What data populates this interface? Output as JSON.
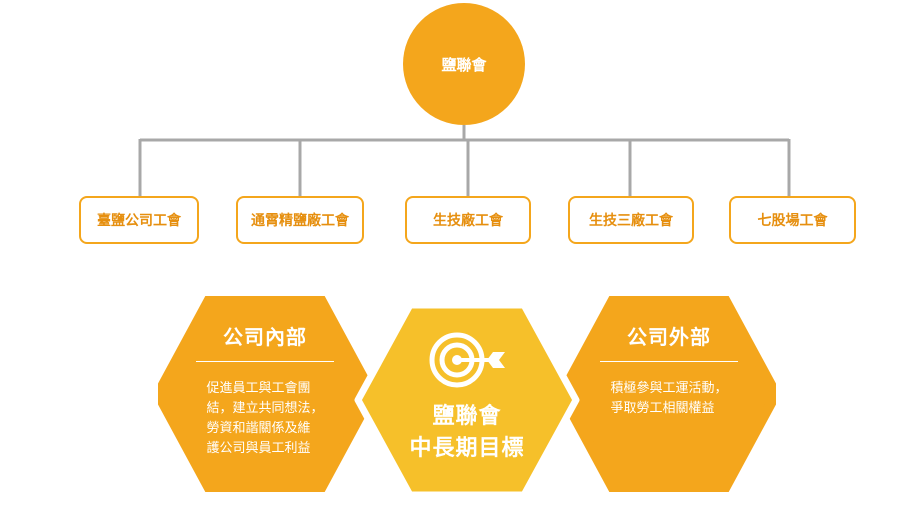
{
  "root": {
    "label": "鹽聯會"
  },
  "units": [
    {
      "label": "臺鹽公司工會"
    },
    {
      "label": "通霄精鹽廠工會"
    },
    {
      "label": "生技廠工會"
    },
    {
      "label": "生技三廠工會"
    },
    {
      "label": "七股場工會"
    }
  ],
  "internal": {
    "title": "公司內部",
    "lines": [
      "促進員工與工會團",
      "結，建立共同想法，",
      "勞資和諧關係及維",
      "護公司與員工利益"
    ]
  },
  "center": {
    "line1": "鹽聯會",
    "line2": "中長期目標"
  },
  "external": {
    "title": "公司外部",
    "lines": [
      "積極參與工運活動，",
      "爭取勞工相關權益"
    ]
  },
  "colors": {
    "orange": "#f4a61c",
    "center_yellow": "#f6c02a",
    "line_gray": "#a8a8a8",
    "unit_text": "#e68f0f"
  }
}
